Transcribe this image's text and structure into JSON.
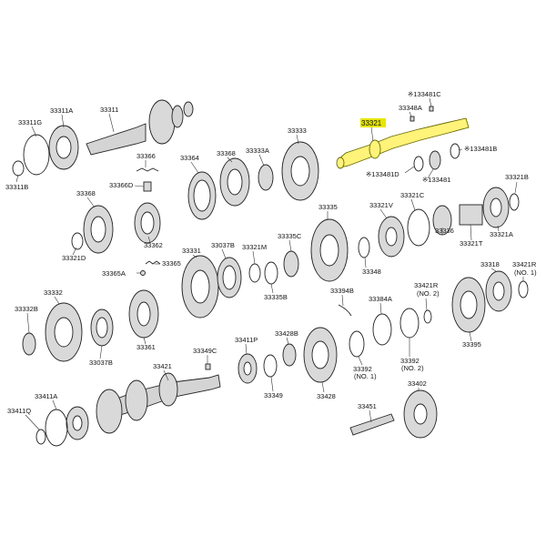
{
  "title": "",
  "highlight_color": "#fff37a",
  "highlight_label_color": "#e6e600",
  "labels": [
    {
      "id": "l33311G",
      "text": "33311G"
    },
    {
      "id": "l33311A",
      "text": "33311A"
    },
    {
      "id": "l33311",
      "text": "33311"
    },
    {
      "id": "l33311B",
      "text": "33311B"
    },
    {
      "id": "l33366",
      "text": "33366"
    },
    {
      "id": "l33366D",
      "text": "33366D"
    },
    {
      "id": "l33364",
      "text": "33364"
    },
    {
      "id": "l33368a",
      "text": "33368"
    },
    {
      "id": "l33333A",
      "text": "33333A"
    },
    {
      "id": "l33333",
      "text": "33333"
    },
    {
      "id": "l33321",
      "text": "33321"
    },
    {
      "id": "l33348A",
      "text": "33348A"
    },
    {
      "id": "l133481C",
      "text": "※133481C"
    },
    {
      "id": "l133481B",
      "text": "※133481B"
    },
    {
      "id": "l133481D",
      "text": "※133481D"
    },
    {
      "id": "l133481",
      "text": "※133481"
    },
    {
      "id": "l33321B",
      "text": "33321B"
    },
    {
      "id": "l33368b",
      "text": "33368"
    },
    {
      "id": "l33321D",
      "text": "33321D"
    },
    {
      "id": "l33362",
      "text": "33362"
    },
    {
      "id": "l33365",
      "text": "33365"
    },
    {
      "id": "l33365A",
      "text": "33365A"
    },
    {
      "id": "l33331",
      "text": "33331"
    },
    {
      "id": "l33037B",
      "text": "33037B"
    },
    {
      "id": "l33321M",
      "text": "33321M"
    },
    {
      "id": "l33335C",
      "text": "33335C"
    },
    {
      "id": "l33335",
      "text": "33335"
    },
    {
      "id": "l33321V",
      "text": "33321V"
    },
    {
      "id": "l33321C",
      "text": "33321C"
    },
    {
      "id": "l33321A",
      "text": "33321A"
    },
    {
      "id": "l33336",
      "text": "33336"
    },
    {
      "id": "l33321T",
      "text": "33321T"
    },
    {
      "id": "l33348",
      "text": "33348"
    },
    {
      "id": "l33335B",
      "text": "33335B"
    },
    {
      "id": "l33332",
      "text": "33332"
    },
    {
      "id": "l33332B",
      "text": "33332B"
    },
    {
      "id": "l33037Bb",
      "text": "33037B"
    },
    {
      "id": "l33361",
      "text": "33361"
    },
    {
      "id": "l33394B",
      "text": "33394B"
    },
    {
      "id": "l33384A",
      "text": "33384A"
    },
    {
      "id": "l33421R",
      "text": "33421R"
    },
    {
      "id": "l33421Rno2",
      "text": "(NO. 2)"
    },
    {
      "id": "l33318",
      "text": "33318"
    },
    {
      "id": "l33421Rb",
      "text": "33421R"
    },
    {
      "id": "l33421Rno1",
      "text": "(NO. 1)"
    },
    {
      "id": "l33395",
      "text": "33395"
    },
    {
      "id": "l33349C",
      "text": "33349C"
    },
    {
      "id": "l33411P",
      "text": "33411P"
    },
    {
      "id": "l33428B",
      "text": "33428B"
    },
    {
      "id": "l33421",
      "text": "33421"
    },
    {
      "id": "l33349",
      "text": "33349"
    },
    {
      "id": "l33428",
      "text": "33428"
    },
    {
      "id": "l33392a",
      "text": "33392"
    },
    {
      "id": "l33392ano1",
      "text": "(NO. 1)"
    },
    {
      "id": "l33392b",
      "text": "33392"
    },
    {
      "id": "l33392bno2",
      "text": "(NO. 2)"
    },
    {
      "id": "l33411A",
      "text": "33411A"
    },
    {
      "id": "l33411Q",
      "text": "33411Q"
    },
    {
      "id": "l33402",
      "text": "33402"
    },
    {
      "id": "l33451",
      "text": "33451"
    }
  ]
}
